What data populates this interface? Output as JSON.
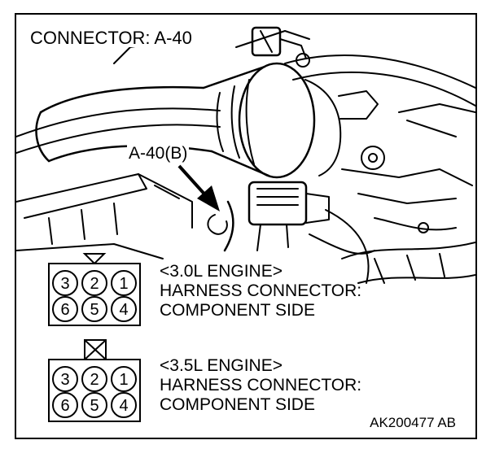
{
  "title": "CONNECTOR: A-40",
  "callout": "A-40(B)",
  "engine_30": {
    "header": "<3.0L ENGINE>",
    "line1": "HARNESS CONNECTOR:",
    "line2": "COMPONENT SIDE"
  },
  "engine_35": {
    "header": "<3.5L ENGINE>",
    "line1": "HARNESS CONNECTOR:",
    "line2": "COMPONENT SIDE"
  },
  "connector_30": {
    "top_row": [
      "3",
      "2",
      "1"
    ],
    "bottom_row": [
      "6",
      "5",
      "4"
    ]
  },
  "connector_35": {
    "top_row": [
      "3",
      "2",
      "1"
    ],
    "bottom_row": [
      "6",
      "5",
      "4"
    ]
  },
  "figure_code": "AK200477 AB"
}
